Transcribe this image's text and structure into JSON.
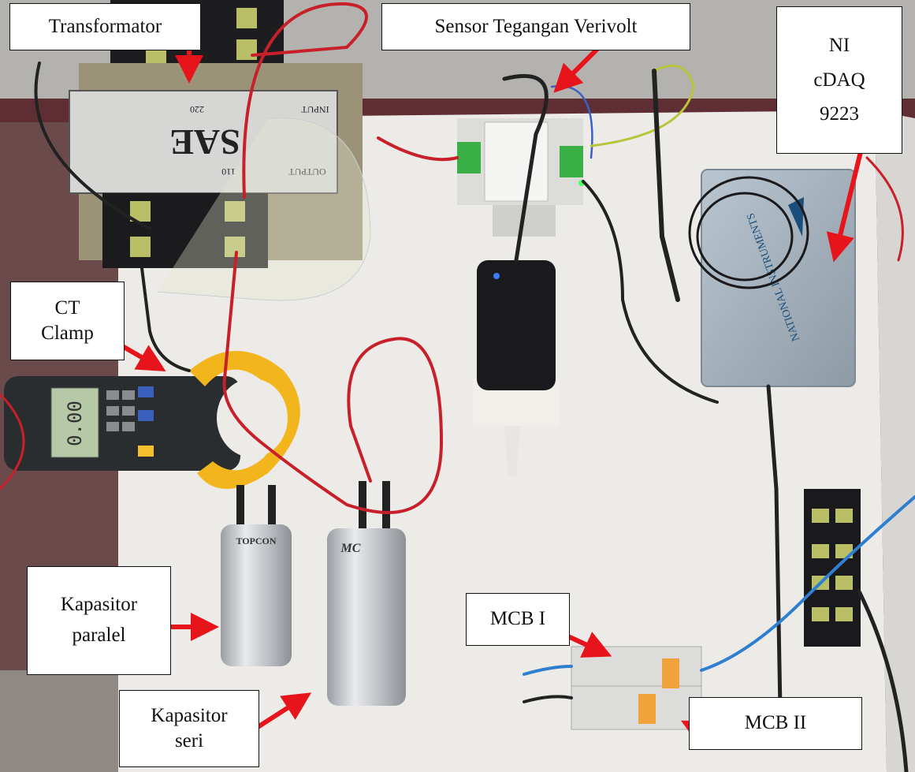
{
  "figure": {
    "description": "Annotated photograph of an electrical measurement test setup",
    "labels": {
      "transformator": "Transformator",
      "sensor": "Sensor Tegangan Verivolt",
      "ni_daq": "NI\ncDAQ\n9223",
      "ct_clamp": "CT\nClamp",
      "kapasitor_paralel": "Kapasitor\nparalel",
      "kapasitor_seri": "Kapasitor\nseri",
      "mcb_1": "MCB I",
      "mcb_2": "MCB II"
    },
    "device_text": {
      "transformer_plate": "SAE",
      "transformer_input": "INPUT",
      "transformer_output": "OUTPUT",
      "transformer_220": "220",
      "transformer_110": "110",
      "capacitor_brand_1": "TOPCON",
      "capacitor_brand_2": "MC",
      "clamp_display": "0.00",
      "daq_brand": "NATIONAL INSTRUMENTS"
    },
    "colors": {
      "arrow": "#e8141c",
      "board": "#ecebe8",
      "background": "#5a3a3e",
      "clamp_yellow": "#f2b51c",
      "wire_red": "#c8202a",
      "wire_blue": "#2f7fd0"
    }
  }
}
